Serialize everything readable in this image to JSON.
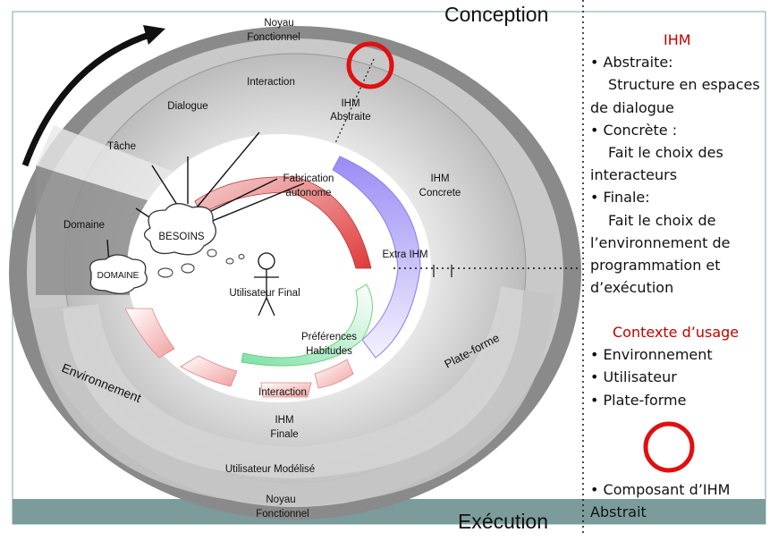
{
  "diagram": {
    "conception": "Conception",
    "execution": "Exécution",
    "rings": {
      "noyau_top": [
        "Noyau",
        "Fonctionnel"
      ],
      "noyau_bottom": [
        "Noyau",
        "Fonctionnel"
      ],
      "interaction": "Interaction",
      "dialogue": "Dialogue",
      "ihm_abstraite": [
        "IHM",
        "Abstraite"
      ],
      "tache": "Tâche",
      "domaine_ring": "Domaine",
      "ihm_concrete": [
        "IHM",
        "Concrete"
      ],
      "fabrication": [
        "Fabrication",
        "autonome"
      ],
      "extra_ihm": "Extra IHM",
      "besoins": "BESOINS",
      "domaine_cloud": "DOMAINE",
      "utilisateur_final": "Utilisateur Final",
      "preferences": [
        "Préférences",
        "Habitudes"
      ],
      "interaction_bottom": "Interaction",
      "ihm_finale": [
        "IHM",
        "Finale"
      ],
      "utilisateur_modelise": "Utilisateur Modélisé",
      "environnement": "Environnement",
      "plate_forme": "Plate-forme"
    }
  },
  "legend": {
    "ihm_title": "IHM",
    "abstraite": "• Abstraite:",
    "abstraite_desc": [
      "Structure en espaces",
      "de dialogue"
    ],
    "concrete": "• Concrète :",
    "concrete_desc": [
      "Fait le choix des",
      "interacteurs"
    ],
    "finale": "• Finale:",
    "finale_desc": [
      "Fait le choix de",
      "l’environnement de",
      "programmation et",
      "d’exécution"
    ],
    "contexte_title": "Contexte d’usage",
    "contexte_items": [
      "• Environnement",
      "• Utilisateur",
      "• Plate-forme"
    ],
    "composant": [
      "• Composant d’IHM",
      "Abstrait"
    ]
  },
  "colors": {
    "red_circle": "#e01010",
    "ring_dark": "#808080",
    "ring_light": "#d6d6d6",
    "teal_bar": "#7c9c9c",
    "panel_red": "#e03a3a",
    "panel_purple": "#8a7cf0",
    "panel_green": "#7ee0a8",
    "legend_red": "#c00000"
  }
}
